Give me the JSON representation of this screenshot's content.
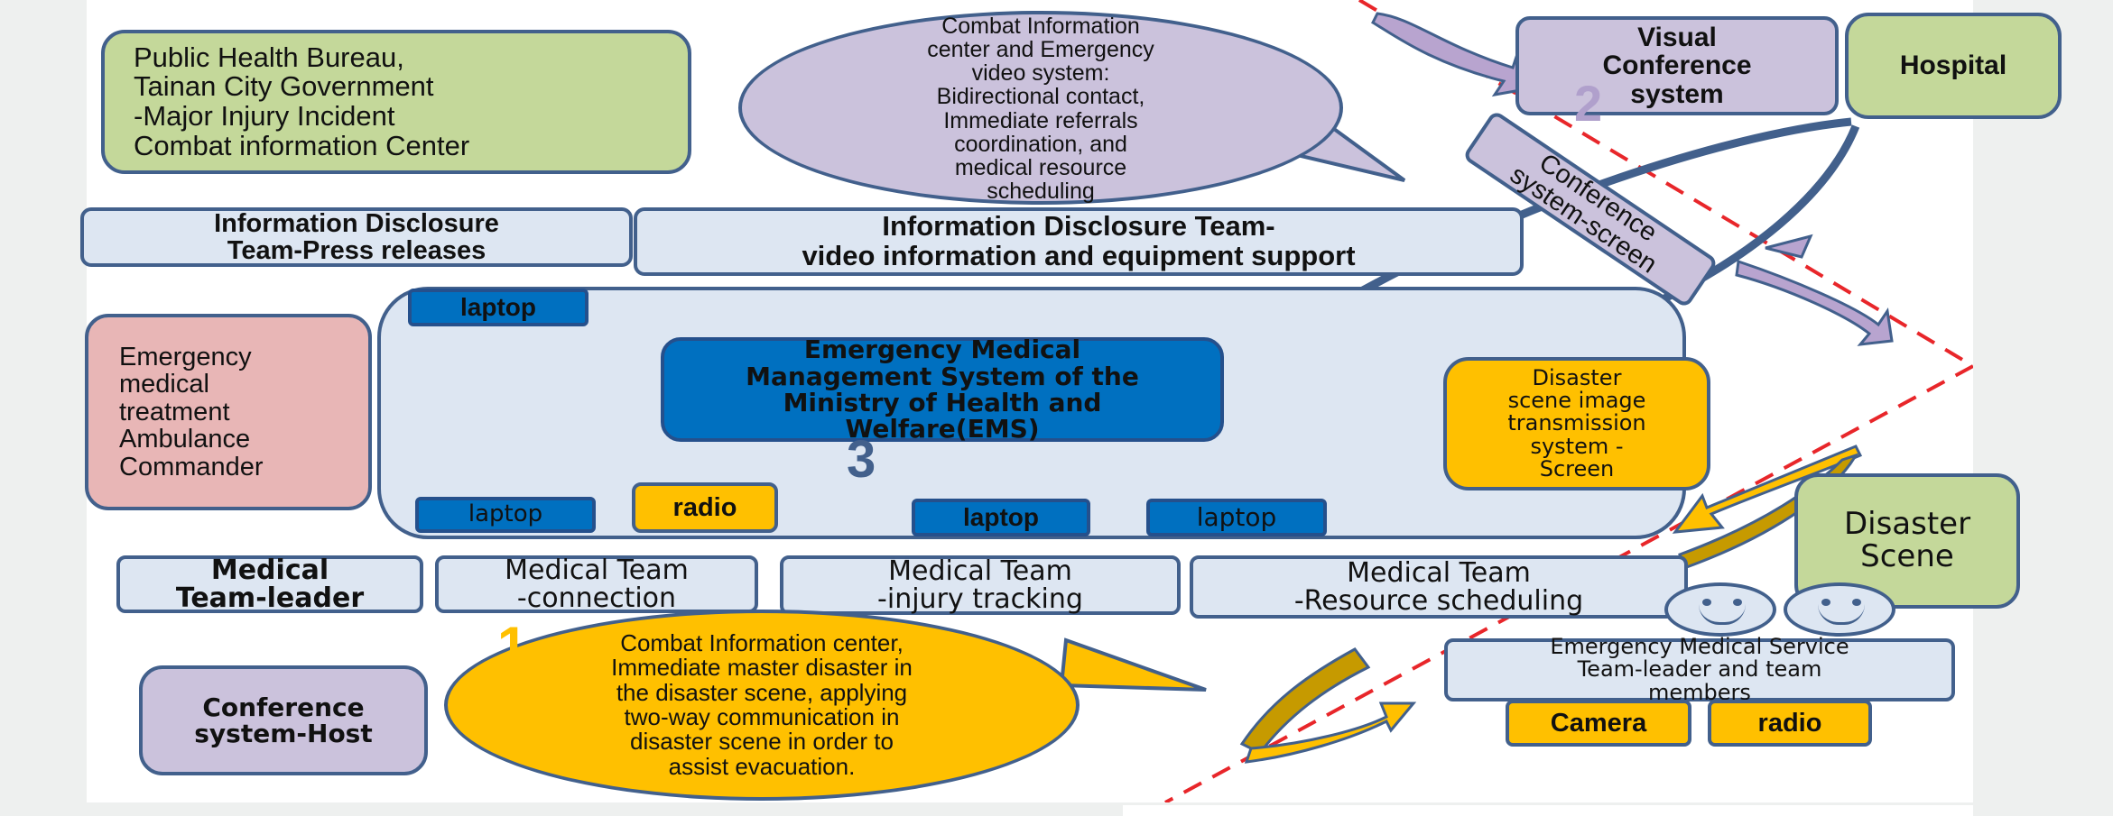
{
  "boxes": {
    "public_health": "Public Health Bureau,\nTainan City Government\n-Major Injury Incident\nCombat information Center",
    "combat_bubble_top": "Combat Information\ncenter and Emergency\nvideo system:\nBidirectional contact,\nImmediate referrals\ncoordination, and\nmedical resource\nscheduling",
    "visual_conf": "Visual\nConference\nsystem",
    "hospital": "Hospital",
    "conf_screen": "Conference\nsystem-screen",
    "info_press": "Information Disclosure\nTeam-Press releases",
    "info_video": "Information Disclosure Team-\nvideo information and equipment support",
    "ambulance": "Emergency\nmedical\ntreatment\nAmbulance\nCommander",
    "laptop_top": "laptop",
    "ems": "Emergency Medical\nManagement System of the\nMinistry of Health and\nWelfare(EMS)",
    "disaster_image": "Disaster\nscene image\ntransmission\nsystem -\nScreen",
    "laptop_bl": "laptop",
    "radio_mid": "radio",
    "laptop_mid": "laptop",
    "laptop_right": "laptop",
    "disaster_scene": "Disaster\nScene",
    "team_leader": "Medical\nTeam-leader",
    "team_connection": "Medical Team\n-connection",
    "team_tracking": "Medical Team\n-injury tracking",
    "team_resource": "Medical Team\n-Resource scheduling",
    "ems_team": "Emergency Medical Service\nTeam-leader and team\nmembers",
    "camera": "Camera",
    "radio_bottom": "radio",
    "conf_host": "Conference\nsystem-Host",
    "combat_bubble_bottom": "Combat Information center,\nImmediate master disaster in\nthe disaster scene, applying\ntwo-way communication in\ndisaster scene in order to\nassist evacuation."
  },
  "numbers": {
    "n1": "1",
    "n2": "2",
    "n3": "3"
  },
  "colors": {
    "border": "#42608c",
    "light_blue": "#dde6f2",
    "green": "#c4d89a",
    "purple": "#cbc2dc",
    "pink": "#e8b6b6",
    "gold": "#ffc000",
    "dark_blue": "#0070c0",
    "dashed_line": "#e8262a"
  }
}
